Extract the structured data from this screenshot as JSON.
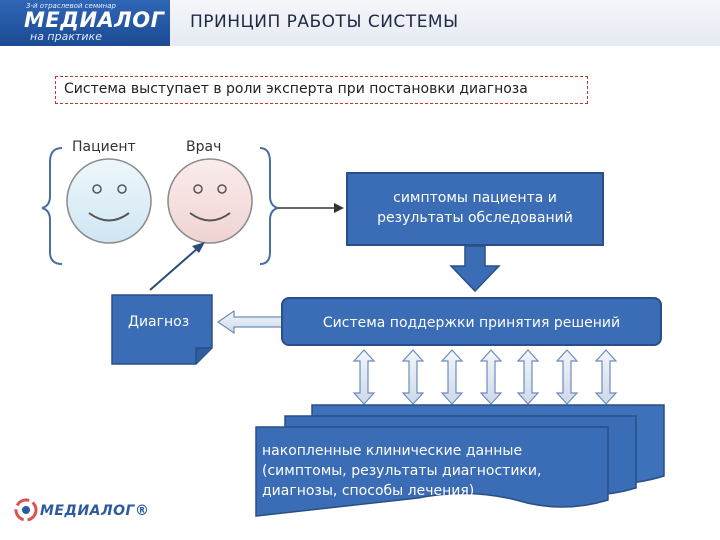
{
  "header": {
    "logo_small": "3-й отраслевой семинар",
    "logo_main": "МЕДИАЛОГ",
    "logo_sub": "на практике",
    "title": "ПРИНЦИП РАБОТЫ СИСТЕМЫ"
  },
  "statement": "Система выступает в роли эксперта при постановки диагноза",
  "actors": {
    "patient": "Пациент",
    "doctor": "Врач"
  },
  "symptoms_box": {
    "line1": "симптомы пациента и",
    "line2": "результаты обследований"
  },
  "diagnosis": "Диагноз",
  "dss": "Система поддержки принятия решений",
  "data_stack": {
    "line1": "накопленные клинические данные",
    "line2": "(симптомы, результаты диагностики,",
    "line3": "диагнозы, способы лечения)"
  },
  "footer": {
    "logo": "МЕДИАЛОГ®"
  },
  "colors": {
    "box_blue": "#3a6db5",
    "box_border": "#2a4f86",
    "patient_face": "#d6ebf7",
    "doctor_face": "#f6dede",
    "dashed_border": "#c0392b"
  }
}
